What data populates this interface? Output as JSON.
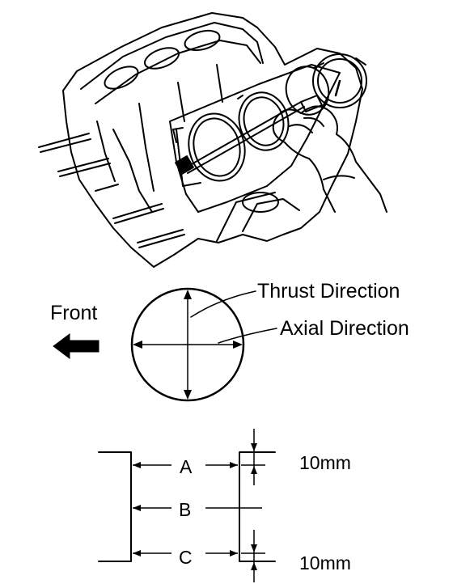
{
  "labels": {
    "front": "Front",
    "thrust_direction": "Thrust Direction",
    "axial_direction": "Axial Direction",
    "position_a": "A",
    "position_b": "B",
    "position_c": "C",
    "offset_top": "10mm",
    "offset_bottom": "10mm"
  },
  "colors": {
    "ink": "#000000",
    "background": "#ffffff"
  }
}
